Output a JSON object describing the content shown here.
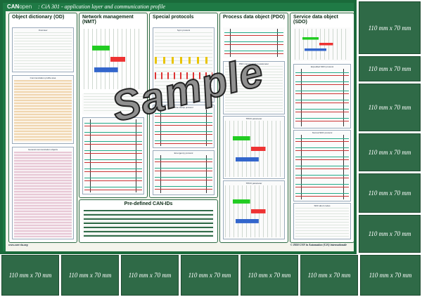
{
  "poster": {
    "logo_main": "CAN",
    "logo_open": "open",
    "title": ": CiA 301 - application layer and communication profile",
    "website": "www.can-cia.org",
    "copyright": "© 2024 CAN in Automation (CiA) internationale"
  },
  "sections": [
    {
      "title": "Object dictionary (OD)",
      "subs": [
        "Overview",
        "Communication profile area",
        "General communication objects"
      ]
    },
    {
      "title": "Network management (NMT)",
      "subs": []
    },
    {
      "title": "Special protocols",
      "subs": [
        "Sync protocol",
        "Time stamp protocol",
        "Emergency protocol"
      ]
    },
    {
      "title": "Process data object (PDO)",
      "subs": [
        "PDO communication parameter",
        "TPDO parameter",
        "TPDO parameter"
      ]
    },
    {
      "title": "Service data object (SDO)",
      "subs": [
        "Expedited SDO protocol",
        "Normal SDO protocol",
        "SDO abort codes"
      ]
    },
    {
      "title": "Pre-defined CAN-IDs",
      "subs": []
    }
  ],
  "watermark": "Sample",
  "slot_label": "110 mm x 70 mm"
}
